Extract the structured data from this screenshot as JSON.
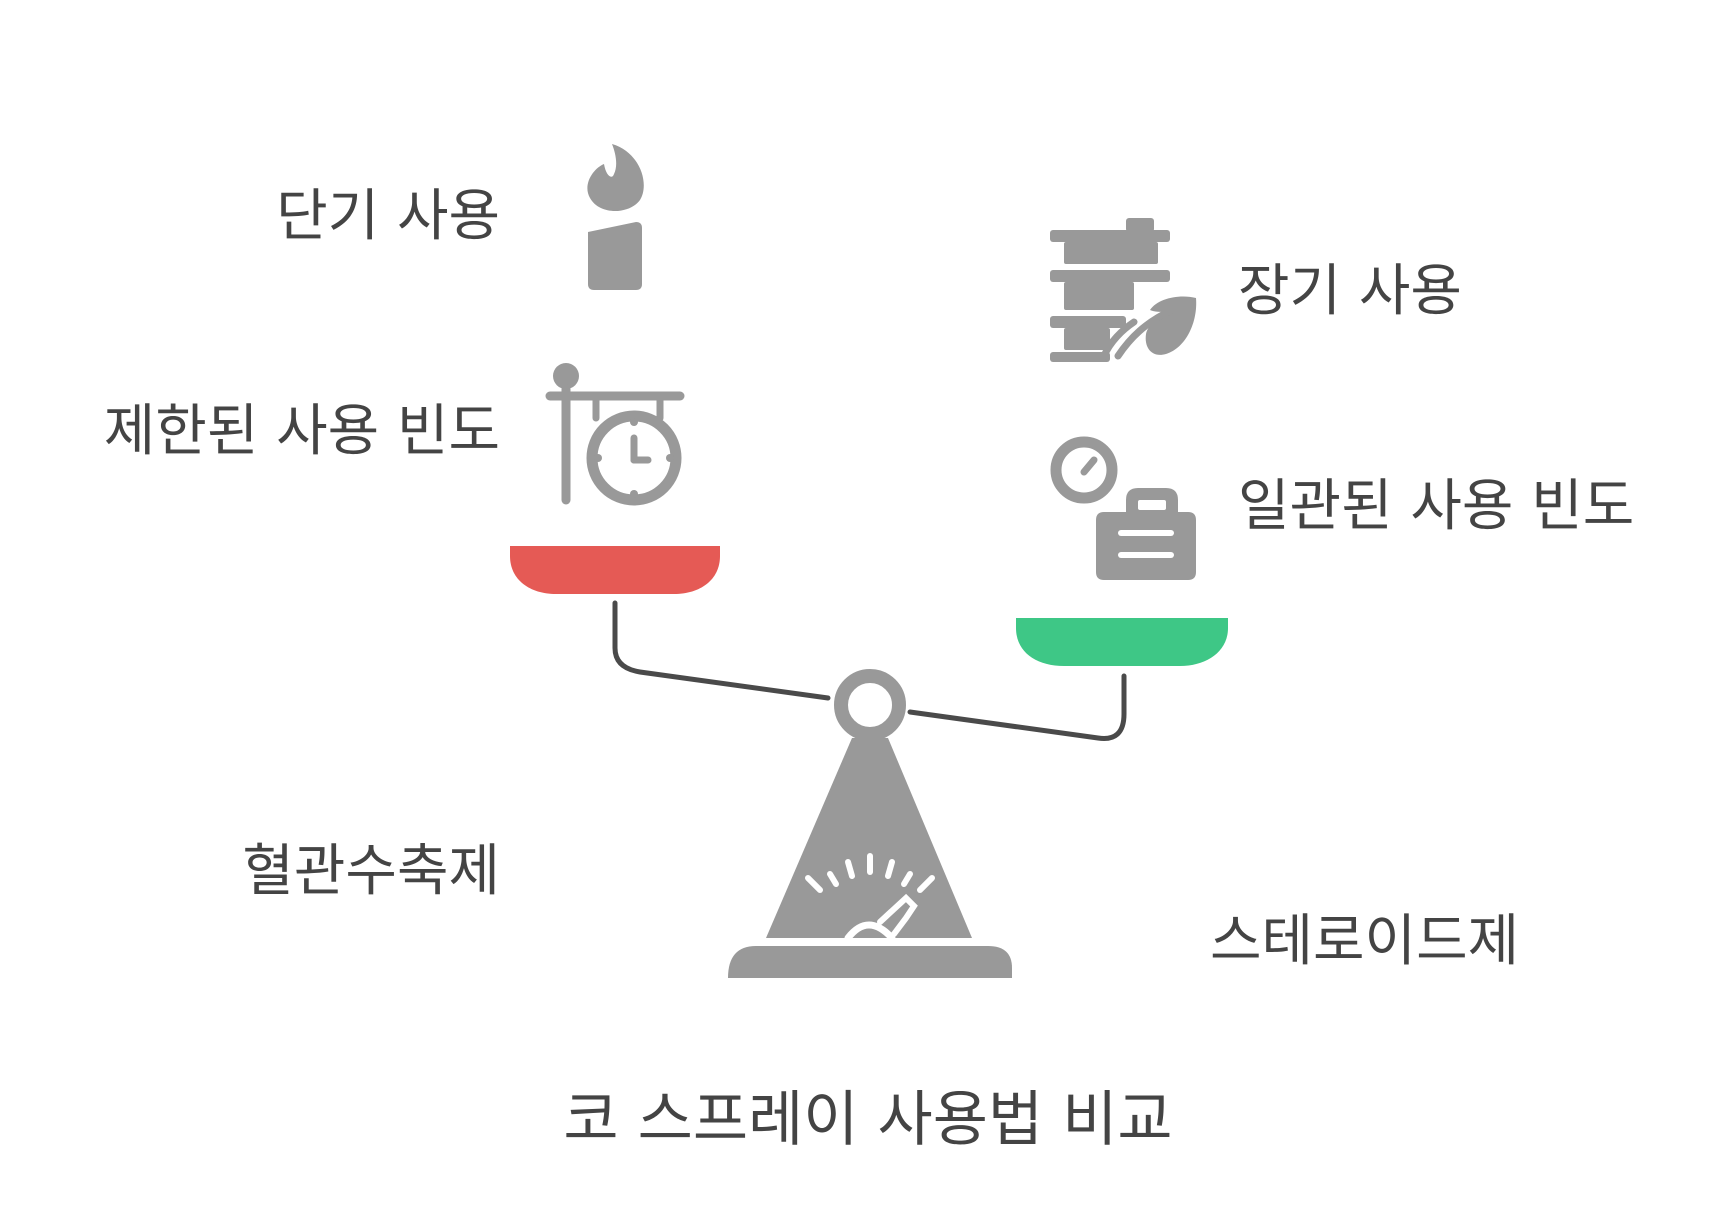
{
  "title": "코 스프레이 사용법 비교",
  "left": {
    "category": "혈관수축제",
    "features": [
      {
        "label": "단기 사용",
        "icon": "candle-icon"
      },
      {
        "label": "제한된 사용 빈도",
        "icon": "timer-gong-icon"
      }
    ],
    "pan_color": "#E55A55"
  },
  "right": {
    "category": "스테로이드제",
    "features": [
      {
        "label": "장기 사용",
        "icon": "growing-stack-icon"
      },
      {
        "label": "일관된 사용 빈도",
        "icon": "clock-briefcase-icon"
      }
    ],
    "pan_color": "#3EC786"
  },
  "colors": {
    "icon": "#999999",
    "text": "#444444",
    "beam": "#4a4a4a"
  }
}
